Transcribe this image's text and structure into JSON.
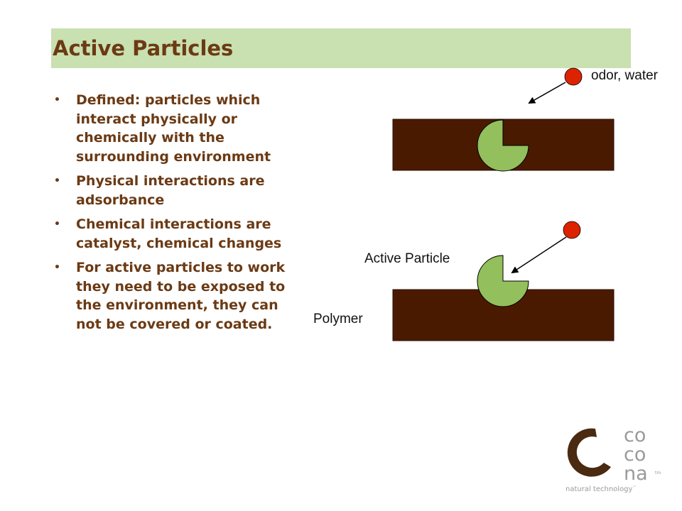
{
  "slide": {
    "title": "Active Particles",
    "bullets": [
      "Defined: particles which interact physically or chemically with the surrounding environment",
      "Physical interactions are adsorbance",
      "Chemical interactions are catalyst, chemical changes",
      "For active particles to work they need to be exposed to the environment, they can not be covered or coated."
    ]
  },
  "diagram": {
    "top_label": "odor, water",
    "particle_label": "Active Particle",
    "polymer_label": "Polymer"
  },
  "logo": {
    "line1": "co",
    "line2": "co",
    "line3": "na",
    "trademark": "tm",
    "tagline": "natural technology",
    "tagline_mark": "™"
  },
  "colors": {
    "title_bar": "#c9e0b0",
    "text_brown": "#6b3a14",
    "polymer": "#4a1a00",
    "particle": "#93bf5c",
    "molecule": "#dd2200",
    "logo_dark": "#4a2a10",
    "logo_gray": "#9a9a9a"
  }
}
